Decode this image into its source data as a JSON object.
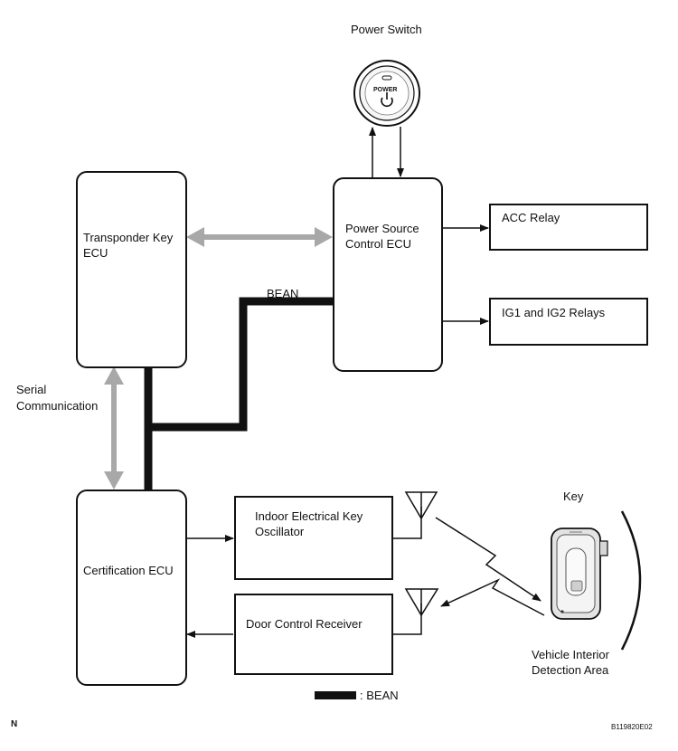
{
  "labels": {
    "power_switch": "Power Switch",
    "power_button_text": "POWER",
    "transponder_line1": "Transponder Key",
    "transponder_line2": "ECU",
    "power_source_line1": "Power Source",
    "power_source_line2": "Control ECU",
    "acc_relay": "ACC Relay",
    "ig_relays": "IG1 and IG2 Relays",
    "bean_line": "BEAN",
    "serial_line1": "Serial",
    "serial_line2": "Communication",
    "cert_ecu": "Certification ECU",
    "oscillator_line1": "Indoor Electrical Key",
    "oscillator_line2": "Oscillator",
    "door_receiver": "Door Control Receiver",
    "key": "Key",
    "detection_line1": "Vehicle Interior",
    "detection_line2": "Detection Area",
    "legend": ": BEAN",
    "corner_left": "N",
    "corner_right": "B119820E02"
  }
}
